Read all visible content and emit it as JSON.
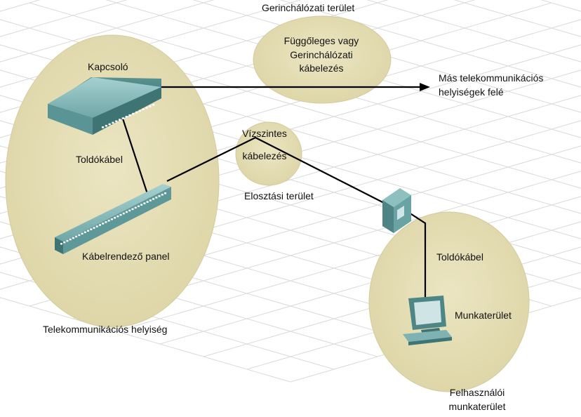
{
  "labels": {
    "backbone_area": "Gerinchálózati terület",
    "vertical_cabling": [
      "Függőleges vagy",
      "Gerinchálózati",
      "kábelezés"
    ],
    "other_rooms": [
      "Más telekommunikációs",
      "helyiségek felé"
    ],
    "switch": "Kapcsoló",
    "patch_cable_room": "Toldókábel",
    "horizontal_cabling": [
      "Vízszintes",
      "kábelezés"
    ],
    "distribution_area": "Elosztási terület",
    "patch_panel": "Kábelrendező panel",
    "telecom_room": "Telekommunikációs helyiség",
    "patch_cable_work": "Toldókábel",
    "work_area": "Munkaterület",
    "user_work_area": [
      "Felhasználói",
      "munkaterület"
    ]
  },
  "colors": {
    "zone_fill": "#e3dcb1",
    "zone_stroke": "#d2c99a",
    "device_teal": "#5e9898",
    "device_dark": "#3f7373",
    "device_light": "#93c2c2",
    "grid": "#d8d8d8",
    "cable": "#000000"
  },
  "icons": [
    "switch-icon",
    "patch-panel-icon",
    "wall-outlet-icon",
    "computer-icon"
  ]
}
